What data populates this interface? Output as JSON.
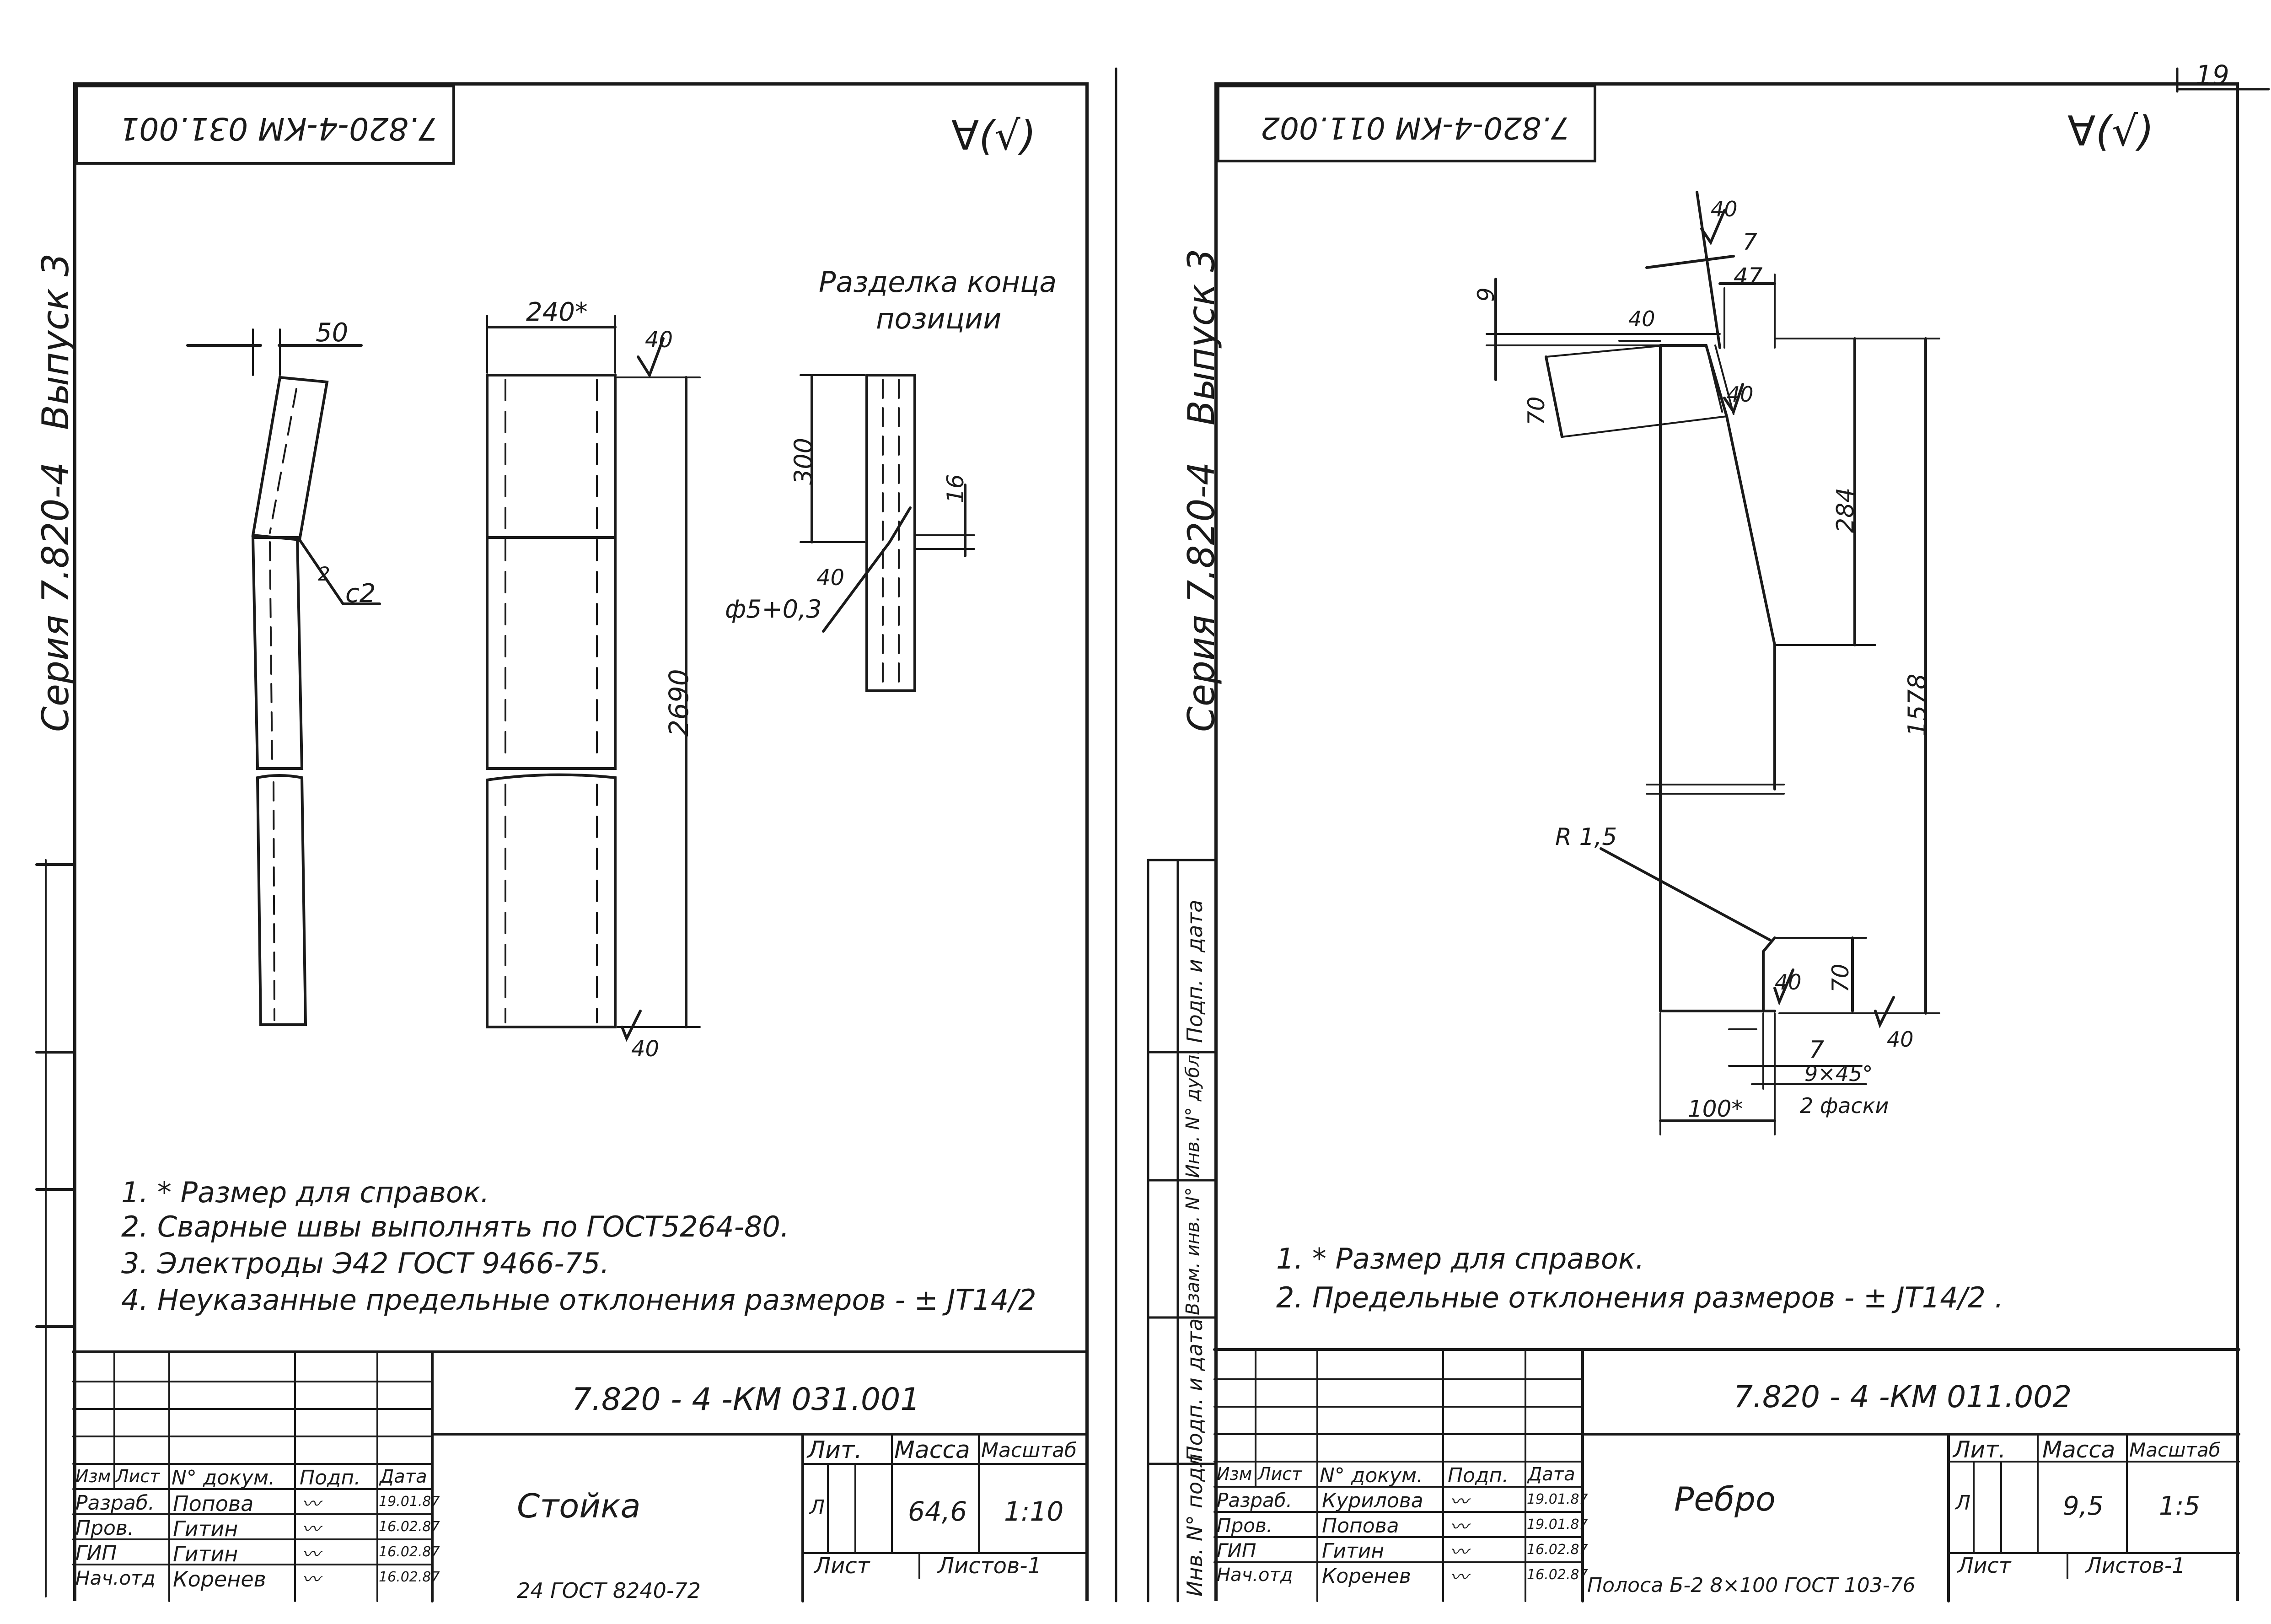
{
  "page_number": "19",
  "left_sheet": {
    "stamp_code": "7.820-4-КМ 031.001",
    "roughness": "∀(√)",
    "side_label_series": "Серия 7.820-4",
    "side_label_issue": "Выпуск 3",
    "detail_title_line1": "Разделка конца",
    "detail_title_line2": "позиции",
    "dimensions": {
      "d50": "50",
      "d240": "240*",
      "w40a": "40",
      "d2690": "2690",
      "w40b": "40",
      "c2": "c2",
      "c2small": "2",
      "d300": "300",
      "d16": "16",
      "phi": "ф5+0,3",
      "w40c": "40"
    },
    "notes": [
      "1. * Размер для справок.",
      "2. Сварные швы выполнять по ГОСТ5264-80.",
      "3. Электроды Э42 ГОСТ 9466-75.",
      "4. Неуказанные предельные отклонения размеров - ± JT14/2"
    ],
    "title_block": {
      "code": "7.820 - 4 -КМ 031.001",
      "name": "Стойка",
      "headers": {
        "izm": "Изм",
        "list": "Лист",
        "doc": "N° докум.",
        "podp": "Подп.",
        "data": "Дата"
      },
      "lit_label": "Лит.",
      "mass_label": "Масса",
      "scale_label": "Масштаб",
      "lit": "Л",
      "mass": "64,6",
      "scale": "1:10",
      "sheet_label": "Лист",
      "sheets_label": "Листов-1",
      "rows": [
        {
          "role": "Разраб.",
          "name": "Попова",
          "date": "19.01.87"
        },
        {
          "role": "Пров.",
          "name": "Гитин",
          "date": "16.02.87"
        },
        {
          "role": "ГИП",
          "name": "Гитин",
          "date": "16.02.87"
        },
        {
          "role": "Нач.отд",
          "name": "Коренев",
          "date": "16.02.87"
        }
      ],
      "material": "24 ГОСТ 8240-72"
    }
  },
  "right_sheet": {
    "stamp_code": "7.820-4-КМ 011.002",
    "roughness": "∀(√)",
    "side_label_series": "Серия 7.820-4",
    "side_label_issue": "Выпуск 3",
    "dimensions": {
      "w40a": "40",
      "d7": "7",
      "d47": "47",
      "d9": "9",
      "w40b": "40",
      "w40c": "40",
      "d70a": "70",
      "d284": "284",
      "d1578": "1578",
      "r15": "R 1,5",
      "w40d": "40",
      "d70b": "70",
      "d7b": "7",
      "w40e": "40",
      "chamfer": "9×45°",
      "chamfer_count": "2 фаски",
      "d100": "100*"
    },
    "notes": [
      "1. * Размер для справок.",
      "2. Предельные отклонения размеров - ± JT14/2 ."
    ],
    "side_table": [
      "Подп. и дата",
      "Инв. N° дубл.",
      "Взам. инв. N°",
      "Подп. и дата",
      "Инв. N° подл"
    ],
    "title_block": {
      "code": "7.820 - 4 -КМ 011.002",
      "name": "Ребро",
      "headers": {
        "izm": "Изм",
        "list": "Лист",
        "doc": "N° докум.",
        "podp": "Подп.",
        "data": "Дата"
      },
      "lit_label": "Лит.",
      "mass_label": "Масса",
      "scale_label": "Масштаб",
      "lit": "Л",
      "mass": "9,5",
      "scale": "1:5",
      "sheet_label": "Лист",
      "sheets_label": "Листов-1",
      "rows": [
        {
          "role": "Разраб.",
          "name": "Курилова",
          "date": "19.01.87"
        },
        {
          "role": "Пров.",
          "name": "Попова",
          "date": "19.01.87"
        },
        {
          "role": "ГИП",
          "name": "Гитин",
          "date": "16.02.87"
        },
        {
          "role": "Нач.отд",
          "name": "Коренев",
          "date": "16.02.87"
        }
      ],
      "material": "Полоса Б-2 8×100 ГОСТ 103-76"
    }
  }
}
